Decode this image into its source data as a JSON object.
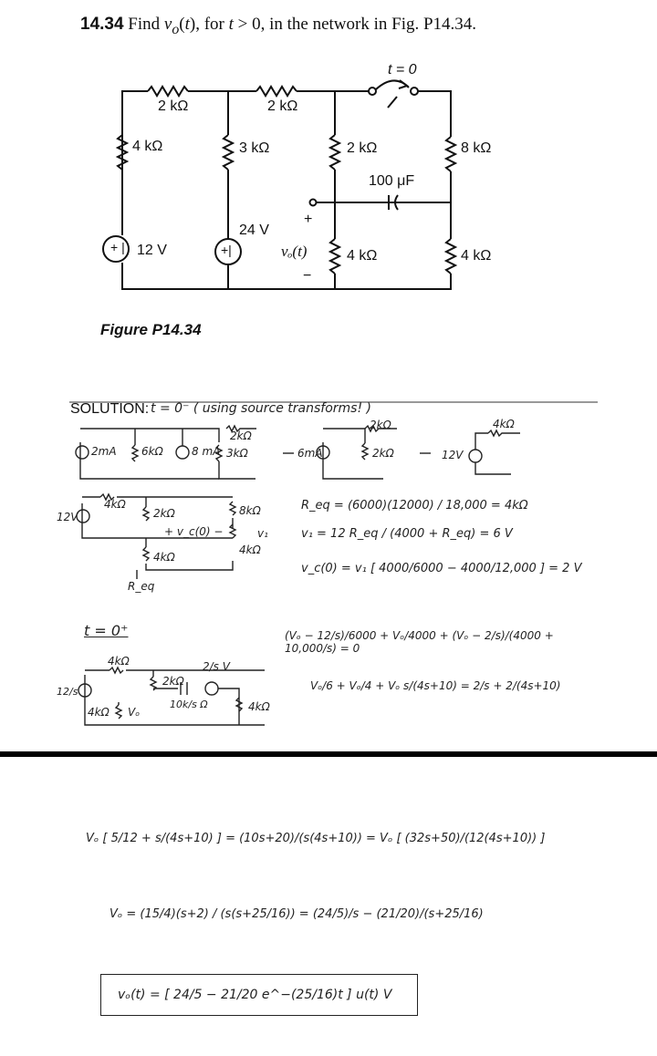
{
  "problem": {
    "number": "14.34",
    "statement": "Find vₒ(t), for t > 0, in the network in Fig. P14.34."
  },
  "figure": {
    "caption": "Figure P14.34",
    "labels": {
      "r_top1": "2 kΩ",
      "r_top2": "2 kΩ",
      "r_left": "4 kΩ",
      "r_mid": "3 kΩ",
      "r_c1": "2 kΩ",
      "r_right_top": "8 kΩ",
      "cap": "100 μF",
      "r_c2": "4 kΩ",
      "r_right_bot": "4 kΩ",
      "src1": "12 V",
      "src2": "24 V",
      "switch": "t = 0",
      "vo": "vₒ(t)",
      "plus": "+",
      "minus": "−"
    }
  },
  "solution": {
    "header": "SOLUTION:",
    "lines": {
      "t0minus": "t = 0⁻  ( using source transforms! )",
      "s1_2mA": "2mA",
      "s1_6k": "6kΩ",
      "s1_8mA": "8 mA",
      "s1_3k": "3kΩ",
      "s1_2k": "2kΩ",
      "s2_6mA": "6mA",
      "s2_2k": "2kΩ",
      "s2_2ka": "2kΩ",
      "s3_12v": "12V",
      "s3_4k": "4kΩ",
      "c2_12v": "12V",
      "c2_4k": "4kΩ",
      "c2_2k": "2kΩ",
      "c2_8k": "8kΩ",
      "c2_vc": "+ v_c(0) −",
      "c2_v1": "v₁",
      "c2_4k2": "4kΩ",
      "c2_4kb": "4kΩ",
      "c2_req": "R_eq",
      "eq1": "R_eq = (6000)(12000) / 18,000 = 4kΩ",
      "eq2": "v₁ = 12 R_eq / (4000 + R_eq) = 6 V",
      "eq3a": "v_c(0) = v₁ [ 4000/6000 − 4000/12,000 ] = 2 V",
      "t0plus": "t = 0⁺",
      "c3_125": "12/s",
      "c3_4k": "4kΩ",
      "c3_2k": "2kΩ",
      "c3_25v": "2/s V",
      "c3_4k2": "4kΩ",
      "c3_vo": "Vₒ",
      "c3_10k": "10k/s Ω",
      "c3_4k3": "4kΩ",
      "eq4": "(Vₒ − 12/s)/6000 + Vₒ/4000 + (Vₒ − 2/s)/(4000 + 10,000/s) = 0",
      "eq5": "Vₒ/6 + Vₒ/4 + Vₒ s/(4s+10) = 2/s + 2/(4s+10)",
      "eq6": "Vₒ [ 5/12 + s/(4s+10) ] = (10s+20)/(s(4s+10)) = Vₒ [ (32s+50)/(12(4s+10)) ]",
      "eq7": "Vₒ = (15/4)(s+2) / (s(s+25/16)) = (24/5)/s − (21/20)/(s+25/16)",
      "eq8": "vₒ(t) = [ 24/5 − 21/20 e^−(25/16)t ] u(t) V"
    }
  }
}
